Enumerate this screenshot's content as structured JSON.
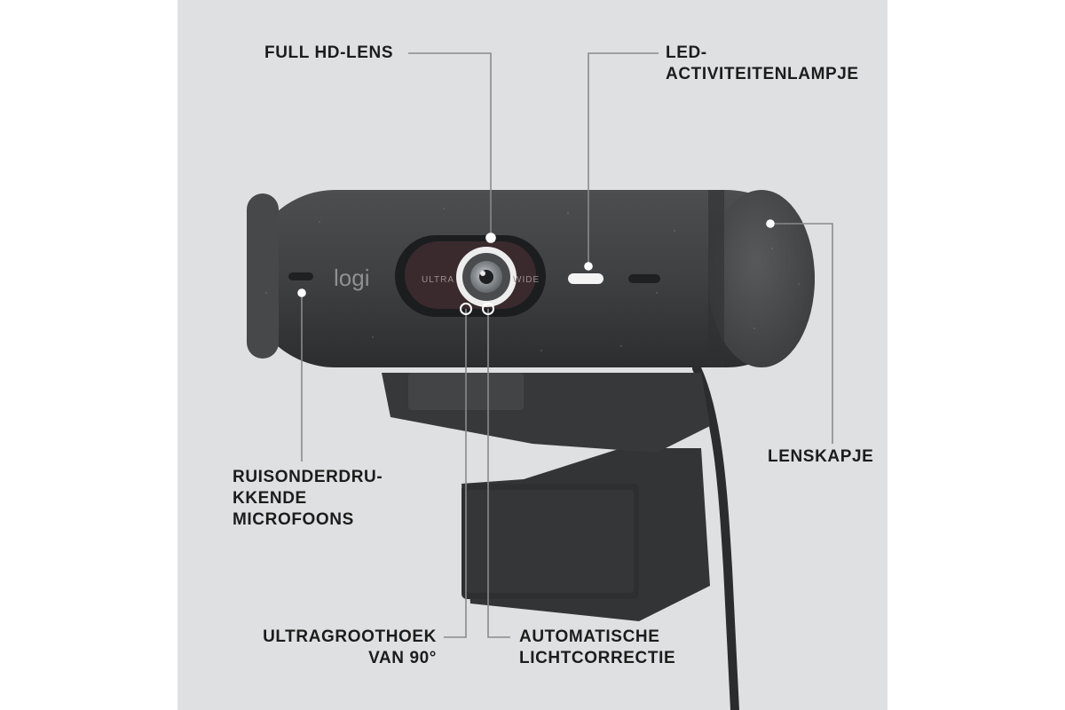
{
  "product": {
    "brand_logo": "logi",
    "lens_ring_left": "ULTRA",
    "lens_ring_right": "WIDE"
  },
  "callouts": {
    "full_hd_lens": [
      "FULL HD-LENS"
    ],
    "led_light": [
      "LED-",
      "ACTIVITEITENLAMPJE"
    ],
    "lens_cap": [
      "LENSKAPJE"
    ],
    "microphones": [
      "RUISONDERDRU-",
      "KKENDE",
      "MICROFOONS"
    ],
    "ultra_wide": [
      "ULTRAGROOTHOEK",
      "VAN 90°"
    ],
    "auto_light": [
      "AUTOMATISCHE",
      "LICHTCORRECTIE"
    ]
  },
  "colors": {
    "background": "#dfe0e1",
    "camera_body": "#3d3e40",
    "leader_line": "#8a8a8a",
    "text": "#1c1c1c",
    "led": "#f4f4f4"
  }
}
